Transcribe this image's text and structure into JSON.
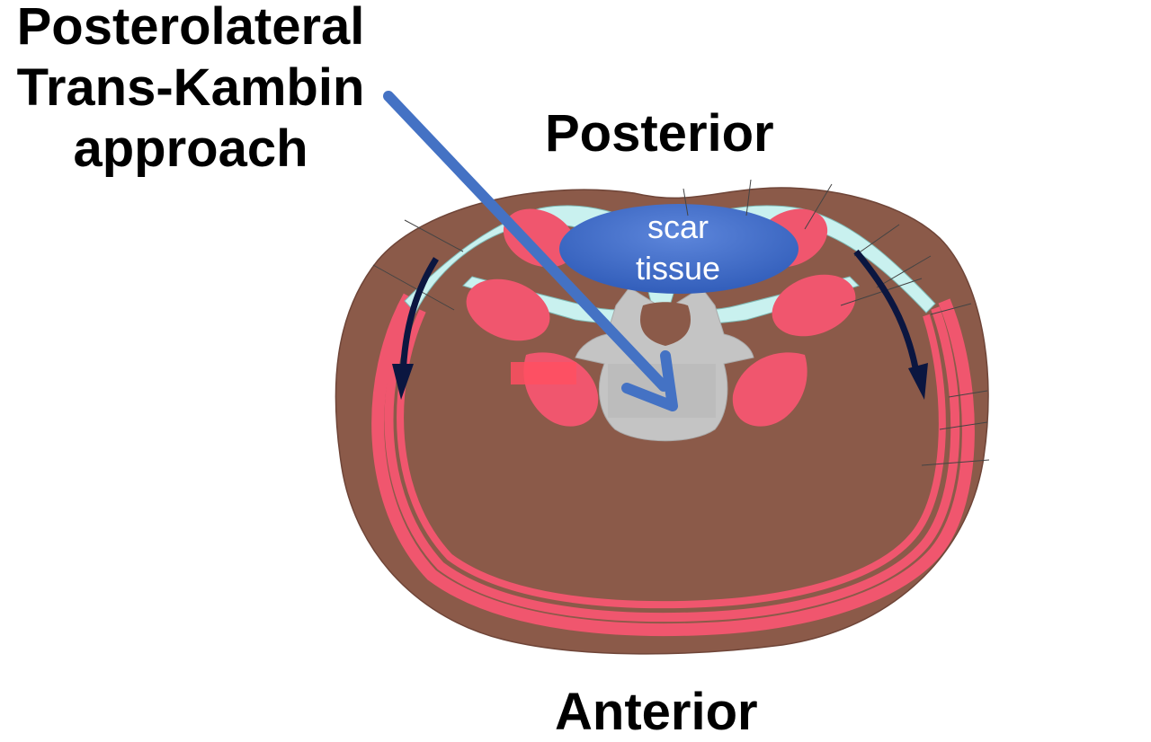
{
  "approach_label": {
    "line1": "Posterolateral",
    "line2": "Trans-Kambin",
    "line3": "approach"
  },
  "posterior_label": "Posterior",
  "anterior_label": "Anterior",
  "scar_label": {
    "line1": "scar",
    "line2": "tissue"
  },
  "colors": {
    "skin": "#8b5a49",
    "muscle": "#f0566e",
    "fascia": "#c9f1ef",
    "bone": "#c4c4c4",
    "scar_tissue": "#3a66c4",
    "approach_arrow": "#4472c4",
    "retraction_arrows": "#0b1640"
  }
}
